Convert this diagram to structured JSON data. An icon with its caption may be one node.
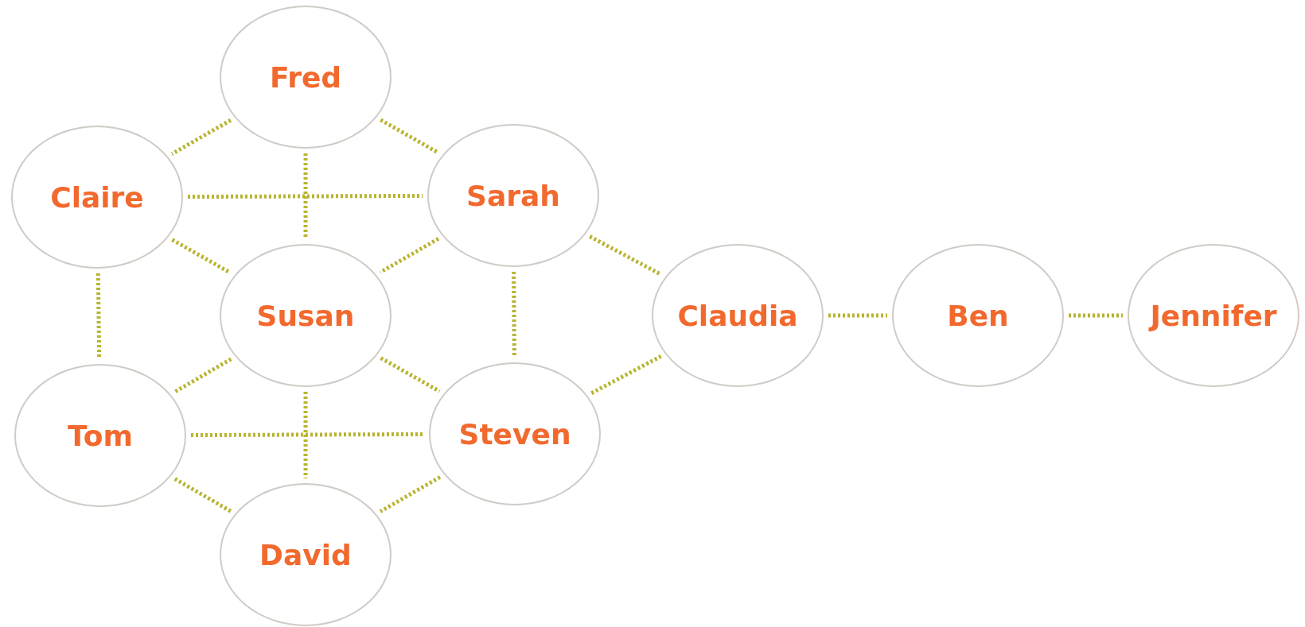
{
  "diagram": {
    "nodes": [
      {
        "text": [
          "Fred"
        ]
      },
      {
        "text": [
          "Claire"
        ]
      },
      {
        "text": [
          "Sarah"
        ]
      },
      {
        "text": [
          "Susan"
        ]
      },
      {
        "text": [
          "Claudia"
        ]
      },
      {
        "text": [
          "Ben"
        ]
      },
      {
        "text": [
          "Jennifer"
        ]
      },
      {
        "text": [
          "Tom"
        ]
      },
      {
        "text": [
          "Steven"
        ]
      },
      {
        "text": [
          "David"
        ]
      }
    ],
    "edges": [
      {
        "from": 0,
        "to": 1,
        "arrow": "none",
        "style": "dashed"
      },
      {
        "from": 0,
        "to": 2,
        "arrow": "none",
        "style": "dashed"
      },
      {
        "from": 0,
        "to": 3,
        "arrow": "none",
        "style": "dashed"
      },
      {
        "from": 1,
        "to": 2,
        "arrow": "none",
        "style": "dashed"
      },
      {
        "from": 1,
        "to": 3,
        "arrow": "none",
        "style": "dashed"
      },
      {
        "from": 1,
        "to": 7,
        "arrow": "none",
        "style": "dashed"
      },
      {
        "from": 2,
        "to": 3,
        "arrow": "none",
        "style": "dashed"
      },
      {
        "from": 2,
        "to": 8,
        "arrow": "none",
        "style": "dashed"
      },
      {
        "from": 2,
        "to": 4,
        "arrow": "none",
        "style": "dashed"
      },
      {
        "from": 3,
        "to": 7,
        "arrow": "none",
        "style": "dashed"
      },
      {
        "from": 3,
        "to": 8,
        "arrow": "none",
        "style": "dashed"
      },
      {
        "from": 3,
        "to": 9,
        "arrow": "none",
        "style": "dashed"
      },
      {
        "from": 7,
        "to": 8,
        "arrow": "none",
        "style": "dashed"
      },
      {
        "from": 7,
        "to": 9,
        "arrow": "none",
        "style": "dashed"
      },
      {
        "from": 8,
        "to": 9,
        "arrow": "none",
        "style": "dashed"
      },
      {
        "from": 8,
        "to": 4,
        "arrow": "none",
        "style": "dashed"
      },
      {
        "from": 4,
        "to": 5,
        "arrow": "none",
        "style": "dashed"
      },
      {
        "from": 5,
        "to": 6,
        "arrow": "none",
        "style": "dashed"
      }
    ]
  }
}
